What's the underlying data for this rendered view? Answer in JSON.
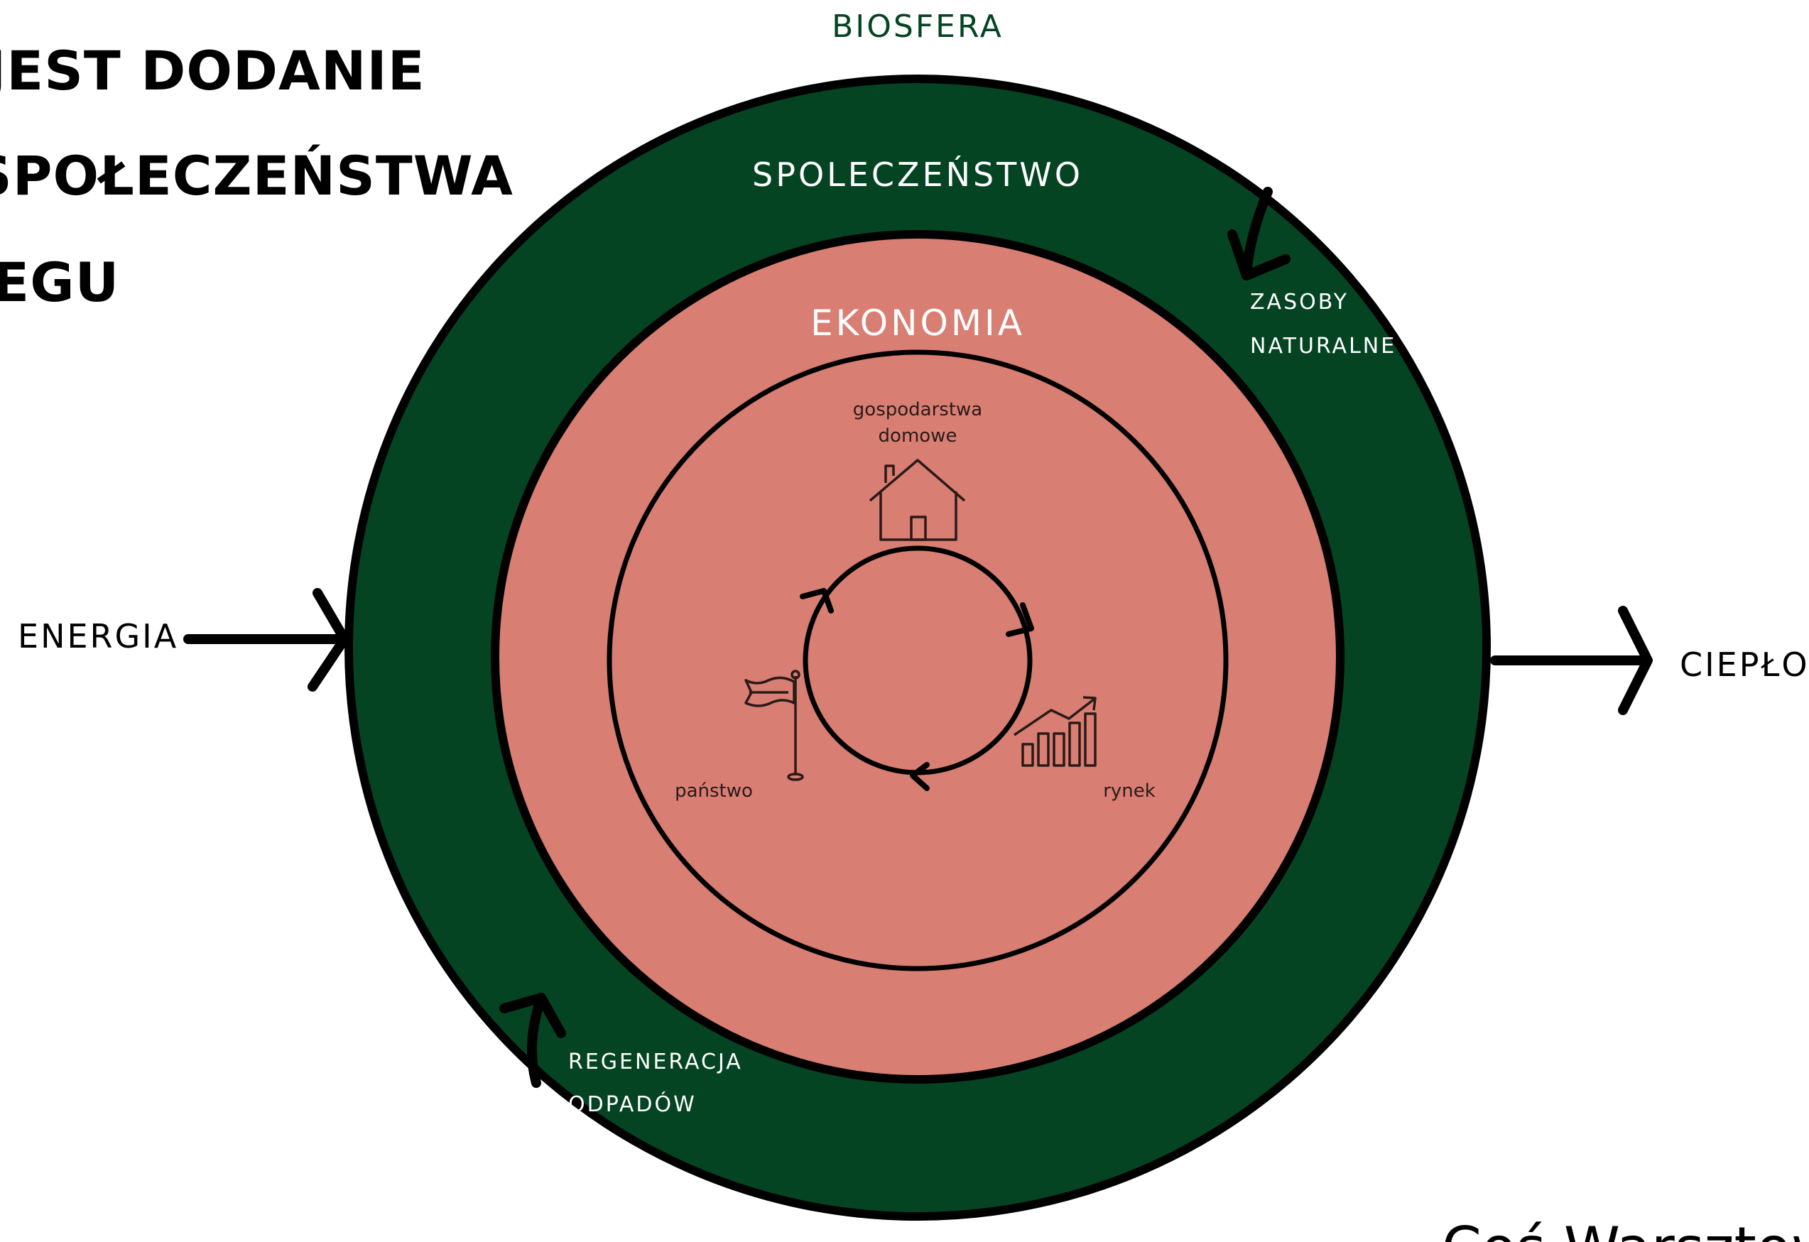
{
  "headline": {
    "line1": "JEST DODANIE",
    "line2": "SPOŁECZEŃSTWA",
    "line3": "IEGU"
  },
  "diagram": {
    "biosfera_label": "BIOSFERA",
    "society_label": "SPOLECZEŃSTWO",
    "economy_label": "EKONOMIA",
    "resources_line1": "ZASOBY",
    "resources_line2": "NATURALNE",
    "regen_line1": "REGENERACJA",
    "regen_line2": "ODPADÓW",
    "energy_label": "ENERGIA",
    "heat_label": "CIEPŁO",
    "households_line1": "gospodarstwa",
    "households_line2": "domowe",
    "state_label": "państwo",
    "market_label": "rynek",
    "footer_partial": "Coś Warsztowa"
  },
  "colors": {
    "biosphere_green": "#044423",
    "economy_salmon": "#d87e73",
    "ink": "#000000",
    "light_text": "#ffffff"
  },
  "icons": [
    "house-icon",
    "flag-icon",
    "chart-growth-icon",
    "cycle-arrow-icon"
  ]
}
